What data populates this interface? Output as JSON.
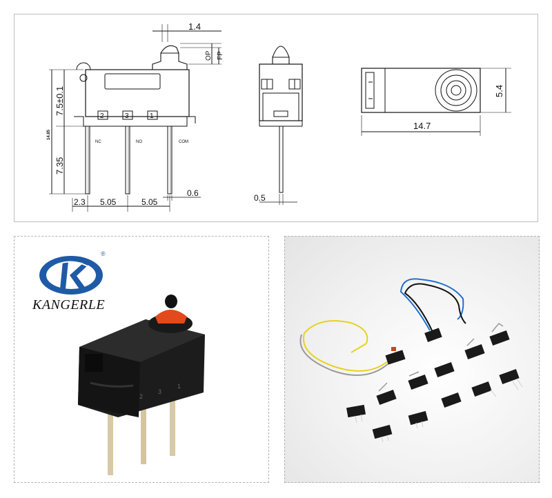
{
  "drawing": {
    "dims": {
      "actuator_width": "1.4",
      "op": "OP",
      "fp": "FP",
      "height_upper": "7.5±0.1",
      "total_height": "14.85",
      "pin_length": "7.35",
      "pin_offset": "2.3",
      "pitch_a": "5.05",
      "pitch_b": "5.05",
      "pin_width": "0.6",
      "pin_thickness": "0.5",
      "body_length": "14.7",
      "body_width": "5.4"
    },
    "pin_numbers": [
      "2",
      "3",
      "1"
    ],
    "pin_labels": [
      "NC",
      "NO",
      "COM"
    ]
  },
  "product": {
    "brand": "KANGERLE",
    "registered": "®",
    "body_marks": [
      "2",
      "3",
      "1"
    ],
    "logo_color": "#1f5aa6",
    "actuator_color": "#e2491d"
  },
  "gallery": {
    "wire_colors": [
      "#e6d21f",
      "#9a9a9a",
      "#1f6fd0",
      "#111111"
    ]
  }
}
